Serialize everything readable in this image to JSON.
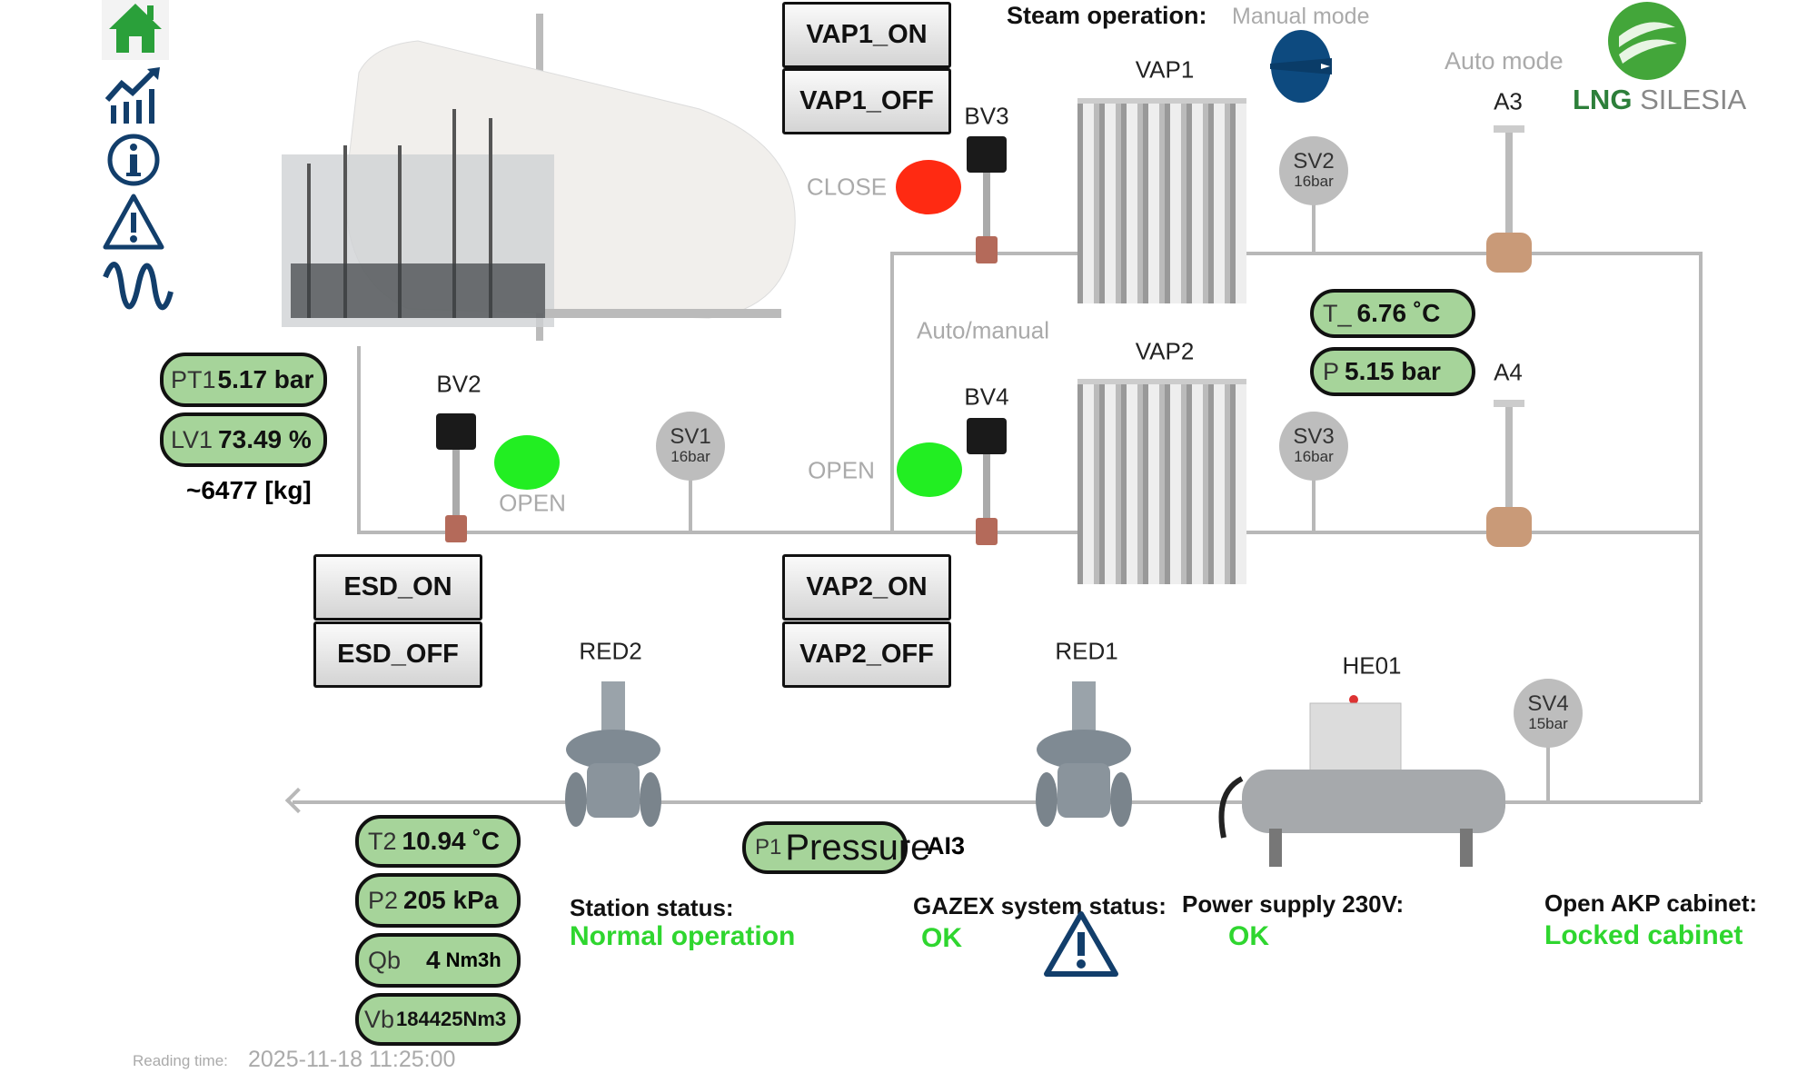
{
  "nav": [
    {
      "name": "home-icon",
      "color": "#2aa03a"
    },
    {
      "name": "trend-chart-icon",
      "color": "#123e6b"
    },
    {
      "name": "info-icon",
      "color": "#123e6b"
    },
    {
      "name": "warning-icon",
      "color": "#123e6b"
    },
    {
      "name": "signal-wave-icon",
      "color": "#123e6b"
    }
  ],
  "header": {
    "steam_label": "Steam operation:",
    "steam_mode": "Manual mode",
    "auto_mode": "Auto mode",
    "logo_bold": "LNG",
    "logo_light": "SILESIA"
  },
  "buttons": {
    "vap1_on": "VAP1_ON",
    "vap1_off": "VAP1_OFF",
    "vap2_on": "VAP2_ON",
    "vap2_off": "VAP2_OFF",
    "esd_on": "ESD_ON",
    "esd_off": "ESD_OFF"
  },
  "valves": {
    "bv2": {
      "label": "BV2",
      "state": "OPEN",
      "color": "#22ee22"
    },
    "bv3": {
      "label": "BV3",
      "state": "CLOSE",
      "color": "#ff2a12"
    },
    "bv4": {
      "label": "BV4",
      "state": "OPEN",
      "color": "#22ee22"
    },
    "a3": "A3",
    "a4": "A4",
    "auto_manual": "Auto/manual"
  },
  "equipment": {
    "vap1": "VAP1",
    "vap2": "VAP2",
    "red1": "RED1",
    "red2": "RED2",
    "he01": "HE01"
  },
  "safety_valves": [
    {
      "name": "SV1",
      "pressure": "16bar"
    },
    {
      "name": "SV2",
      "pressure": "16bar"
    },
    {
      "name": "SV3",
      "pressure": "16bar"
    },
    {
      "name": "SV4",
      "pressure": "15bar"
    }
  ],
  "readings": {
    "pt1": {
      "tag": "PT1",
      "value": "5.17 bar"
    },
    "lv1": {
      "tag": "LV1",
      "value": "73.49 %"
    },
    "mass": "~6477 [kg]",
    "t": {
      "tag": "T_",
      "value": "6.76 ˚C"
    },
    "p": {
      "tag": "P",
      "value": "5.15 bar"
    },
    "t2": {
      "tag": "T2",
      "value": "10.94 ˚C"
    },
    "p2": {
      "tag": "P2",
      "value": "205 kPa"
    },
    "qb": {
      "tag": "Qb",
      "value": "4",
      "unit": "Nm3h"
    },
    "vb": {
      "tag": "Vb",
      "value": "184425Nm3"
    },
    "p1": {
      "tag": "P1",
      "value": "Pressure",
      "suffix": "AI3"
    }
  },
  "status": {
    "station": {
      "title": "Station status:",
      "value": "Normal operation"
    },
    "gazex": {
      "title": "GAZEX system status:",
      "value": "OK"
    },
    "power": {
      "title": "Power supply 230V:",
      "value": "OK"
    },
    "akp": {
      "title": "Open AKP cabinet:",
      "value": "Locked cabinet"
    }
  },
  "footer": {
    "reading_label": "Reading time:",
    "reading_time": "2025-11-18 11:25:00"
  },
  "colors": {
    "ok": "#2fd62f",
    "pill": "#a6d49a",
    "pipe": "#b8b8b8",
    "nav_blue": "#123e6b",
    "brand_green": "#3a9b3a"
  }
}
